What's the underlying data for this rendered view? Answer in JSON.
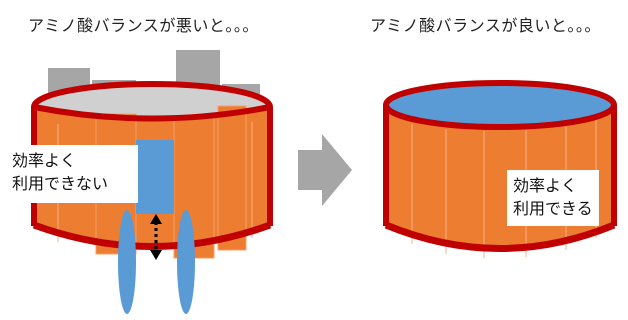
{
  "heading_bad": "アミノ酸バランスが悪いと。。。",
  "heading_good": "アミノ酸バランスが良いと。。。",
  "callout_bad": {
    "line1": "効率よく",
    "line2": "利用できない"
  },
  "callout_good": {
    "line1": "効率よく",
    "line2": "利用できる"
  },
  "colors": {
    "stave": "#ED7D31",
    "rim": "#C00000",
    "water": "#5B9BD5",
    "stave_gray": "#A6A6A6",
    "arrow": "#A6A6A6"
  }
}
